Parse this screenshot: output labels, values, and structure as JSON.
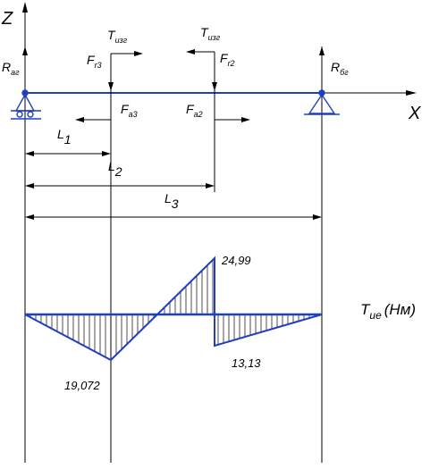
{
  "colors": {
    "beam": "#1f3fbf",
    "support": "#1f3fbf",
    "diagram": "#1f3fbf",
    "lines": "#000000"
  },
  "axes": {
    "z": {
      "main": "Z",
      "sub": ""
    },
    "x": {
      "main": "X",
      "sub": ""
    }
  },
  "labels": {
    "R_ag": {
      "main": "R",
      "sub": "аг"
    },
    "R_bg": {
      "main": "R",
      "sub": "бг"
    },
    "F_r3": {
      "main": "F",
      "sub": "r3"
    },
    "T_izg_left": {
      "main": "T",
      "sub": "изг"
    },
    "F_a3": {
      "main": "F",
      "sub": "а3"
    },
    "T_izg_right": {
      "main": "T",
      "sub": "изг"
    },
    "F_r2": {
      "main": "F",
      "sub": "r2"
    },
    "F_a2": {
      "main": "F",
      "sub": "а2"
    }
  },
  "dimensions": {
    "L1": {
      "main": "L",
      "sub": "1"
    },
    "L2": {
      "main": "L",
      "sub": "2"
    },
    "L3": {
      "main": "L",
      "sub": "3"
    }
  },
  "diagram_title": {
    "main": "T",
    "sub": "ие",
    "unit": "(Нм)"
  },
  "moment_values": {
    "v1": "19,072",
    "v2": "24,99",
    "v3": "13,13"
  }
}
